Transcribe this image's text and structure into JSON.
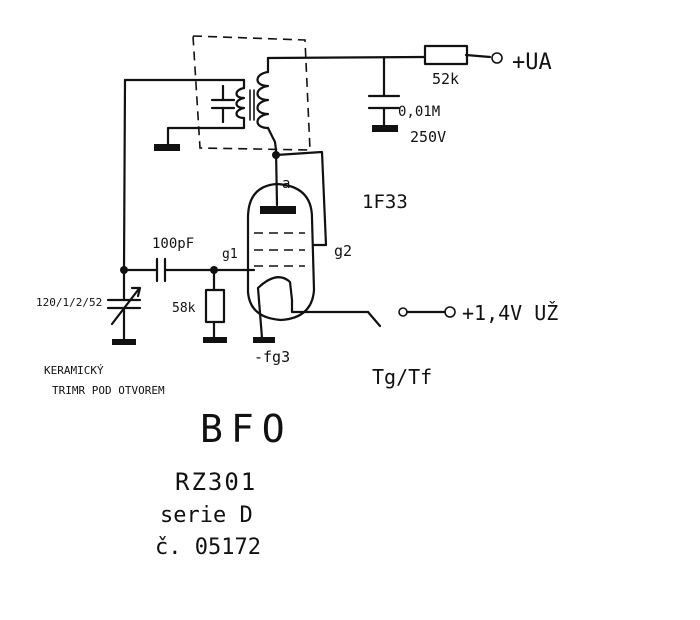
{
  "labels": {
    "supply_anode": "+UA",
    "resistor_anode": "52k",
    "cap_value": "0,01M",
    "cap_voltage": "250V",
    "tube_type": "1F33",
    "anode_pin": "a",
    "grid2_pin": "g2",
    "grid1_pin": "g1",
    "coupling_cap": "100pF",
    "grid_resistor": "58k",
    "trimmer_value": "120/1/2/52",
    "heater_pin": "-fg3",
    "supply_heater": "+1,4V UŽ",
    "switch_label": "Tg/Tf",
    "note_line1": "KERAMICKÝ",
    "note_line2": "TRIMR POD OTVOREM",
    "title": "BFO",
    "model": "RZ301",
    "series": "serie D",
    "serial": "č. 05172"
  }
}
